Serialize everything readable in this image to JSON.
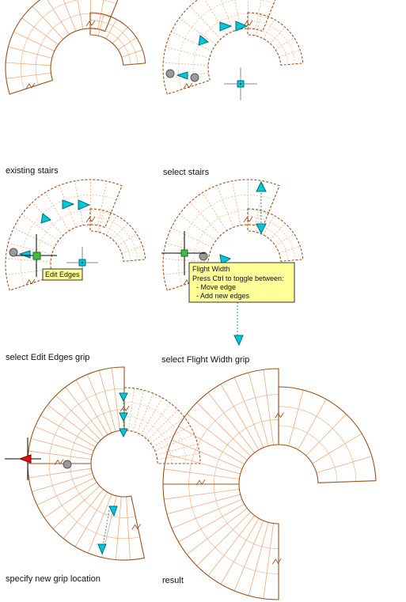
{
  "captions": {
    "existing": "existing stairs",
    "select": "select stairs",
    "edit_edges_grip": "select Edit Edges grip",
    "flight_width_grip": "select Flight Width grip",
    "new_location": "specify new grip location",
    "result": "result"
  },
  "tooltips": {
    "edit_edges": "Edit Edges",
    "flight_width": {
      "title": "Flight Width",
      "lines": [
        "Press Ctrl to toggle between:",
        "  - Move edge",
        "  - Add new edges"
      ]
    }
  },
  "colors": {
    "stair_outline": "#a0521b",
    "stair_tread": "#f0a878",
    "grip_arrow": "#00c8d8",
    "grip_arrow_stroke": "#006f7a",
    "edit_edges_grip": "#3fbf3f",
    "grip_gray": "#9a9a9a",
    "active_grip": "#e01010",
    "tooltip_bg": "#ffff99",
    "crosshair": "#000000"
  },
  "icons": [
    "arrow-grip-icon",
    "circle-grip-icon",
    "edit-edges-grip-icon",
    "location-grip-icon",
    "crosshair-icon"
  ]
}
